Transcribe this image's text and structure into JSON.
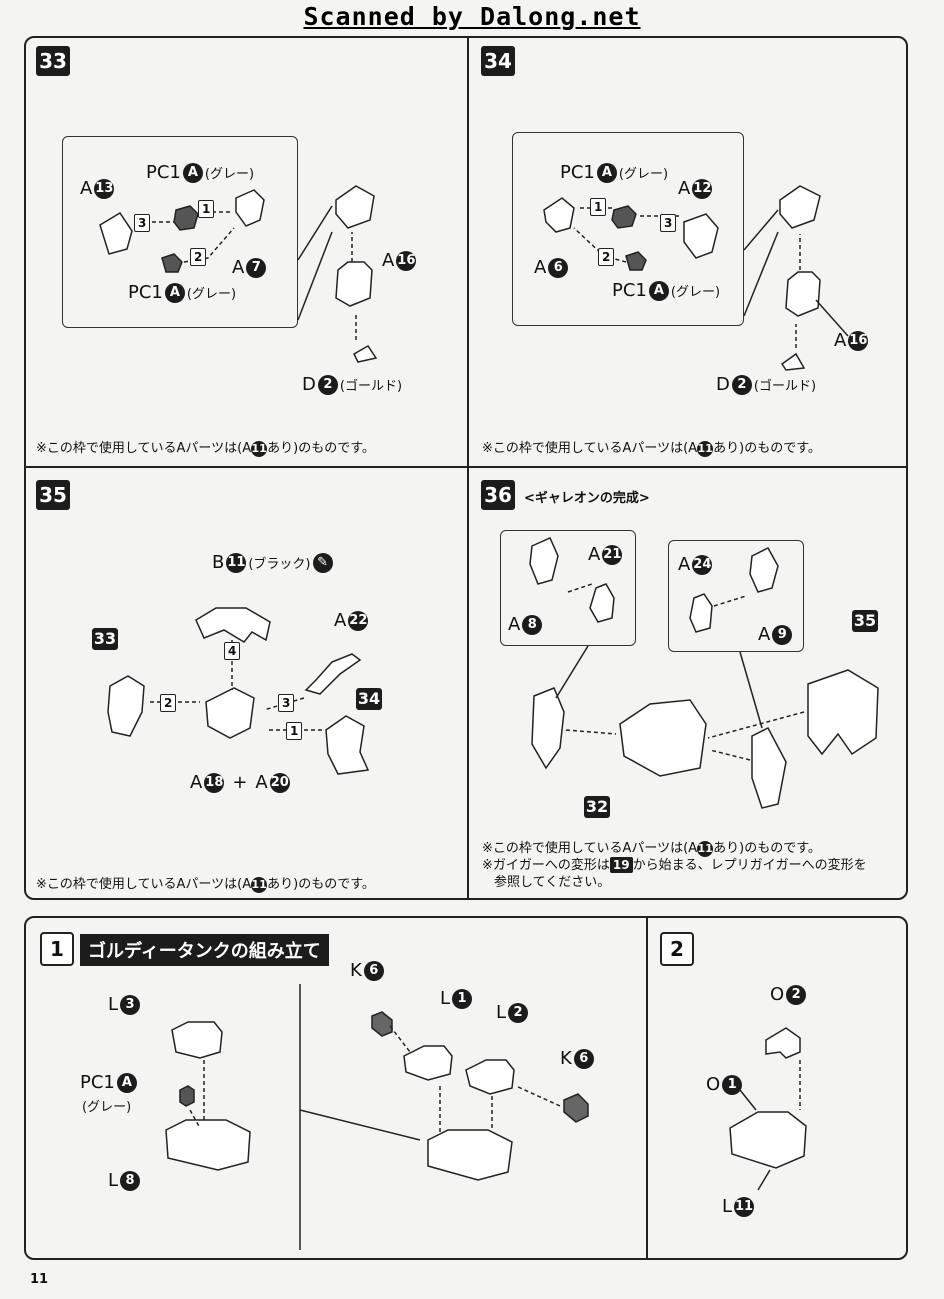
{
  "header": {
    "scan_credit": "Scanned by Dalong.net"
  },
  "page_number": "11",
  "common_note_prefix": "※この枠で使用しているAパーツは(",
  "common_note_suffix": "あり)のものです。",
  "common_note_letter": "A",
  "common_note_num": "11",
  "steps": {
    "s33": {
      "no": "33",
      "labels": {
        "pc1a_top": "PC1",
        "pc1a_top_color": "(グレー)",
        "a13": "A",
        "a13n": "13",
        "pc1a_bottom": "PC1",
        "pc1a_bottom_color": "(グレー)",
        "a7": "A",
        "a7n": "7",
        "a16": "A",
        "a16n": "16",
        "d2": "D",
        "d2n": "2",
        "d2_color": "(ゴールド)"
      },
      "arrows": {
        "n1": "1",
        "n2": "2",
        "n3": "3"
      }
    },
    "s34": {
      "no": "34",
      "labels": {
        "pc1a_top": "PC1",
        "pc1a_top_color": "(グレー)",
        "a12": "A",
        "a12n": "12",
        "pc1a_bottom": "PC1",
        "pc1a_bottom_color": "(グレー)",
        "a6": "A",
        "a6n": "6",
        "a16": "A",
        "a16n": "16",
        "d2": "D",
        "d2n": "2",
        "d2_color": "(ゴールド)"
      },
      "arrows": {
        "n1": "1",
        "n2": "2",
        "n3": "3"
      }
    },
    "s35": {
      "no": "35",
      "labels": {
        "b11": "B",
        "b11n": "11",
        "b11_color": "(ブラック)",
        "a22": "A",
        "a22n": "22",
        "ref33": "33",
        "ref34": "34",
        "a18": "A",
        "a18n": "18",
        "plus": "+",
        "a20": "A",
        "a20n": "20"
      },
      "arrows": {
        "n1": "1",
        "n2": "2",
        "n3": "3",
        "n4": "4"
      }
    },
    "s36": {
      "no": "36",
      "title": "<ギャレオンの完成>",
      "labels": {
        "a21": "A",
        "a21n": "21",
        "a8": "A",
        "a8n": "8",
        "a24": "A",
        "a24n": "24",
        "a9": "A",
        "a9n": "9",
        "ref35": "35",
        "ref32": "32"
      },
      "note2_a": "※ガイガーへの変形は",
      "note2_ref": "19",
      "note2_b": "から始まる、レプリガイガーへの変形を",
      "note2_c": "参照してください。"
    }
  },
  "bottom": {
    "step1": {
      "no": "1",
      "title": "ゴルディータンクの組み立て",
      "labels": {
        "l3": "L",
        "l3n": "3",
        "pc1a": "PC1",
        "pc1a_color": "(グレー)",
        "l8": "L",
        "l8n": "8",
        "k6a": "K",
        "k6an": "6",
        "l1": "L",
        "l1n": "1",
        "l2": "L",
        "l2n": "2",
        "k6b": "K",
        "k6bn": "6"
      }
    },
    "step2": {
      "no": "2",
      "labels": {
        "o2": "O",
        "o2n": "2",
        "o1": "O",
        "o1n": "1",
        "l11": "L",
        "l11n": "11"
      }
    }
  }
}
